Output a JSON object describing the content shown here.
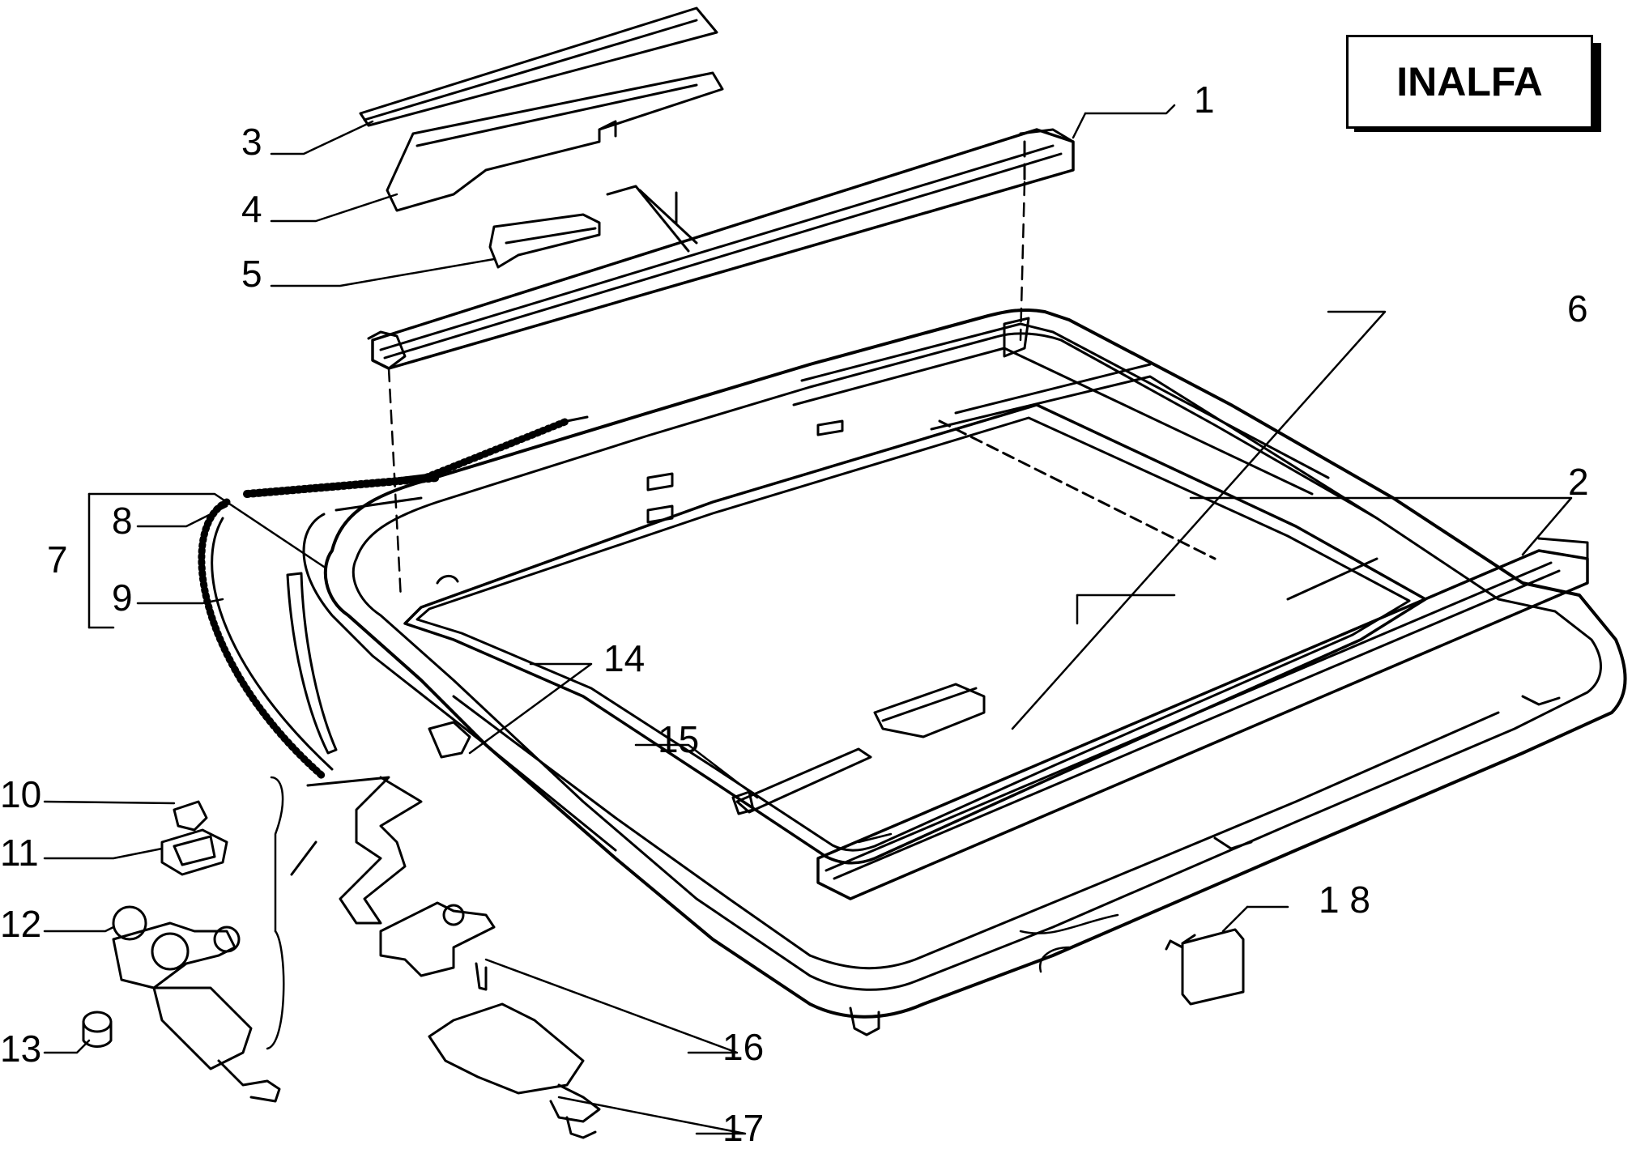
{
  "brand": {
    "label": "INALFA"
  },
  "callouts": [
    {
      "id": "c1",
      "text": "1"
    },
    {
      "id": "c2",
      "text": "2"
    },
    {
      "id": "c3",
      "text": "3"
    },
    {
      "id": "c4",
      "text": "4"
    },
    {
      "id": "c5",
      "text": "5"
    },
    {
      "id": "c6",
      "text": "6"
    },
    {
      "id": "c7",
      "text": "7"
    },
    {
      "id": "c8",
      "text": "8"
    },
    {
      "id": "c9",
      "text": "9"
    },
    {
      "id": "c10",
      "text": "10"
    },
    {
      "id": "c11",
      "text": "11"
    },
    {
      "id": "c12",
      "text": "12"
    },
    {
      "id": "c13",
      "text": "13"
    },
    {
      "id": "c14",
      "text": "14"
    },
    {
      "id": "c15",
      "text": "15"
    },
    {
      "id": "c16",
      "text": "16"
    },
    {
      "id": "c17",
      "text": "17"
    },
    {
      "id": "c18",
      "text": "1 8"
    }
  ],
  "colors": {
    "ink": "#000000",
    "paper": "#ffffff"
  }
}
